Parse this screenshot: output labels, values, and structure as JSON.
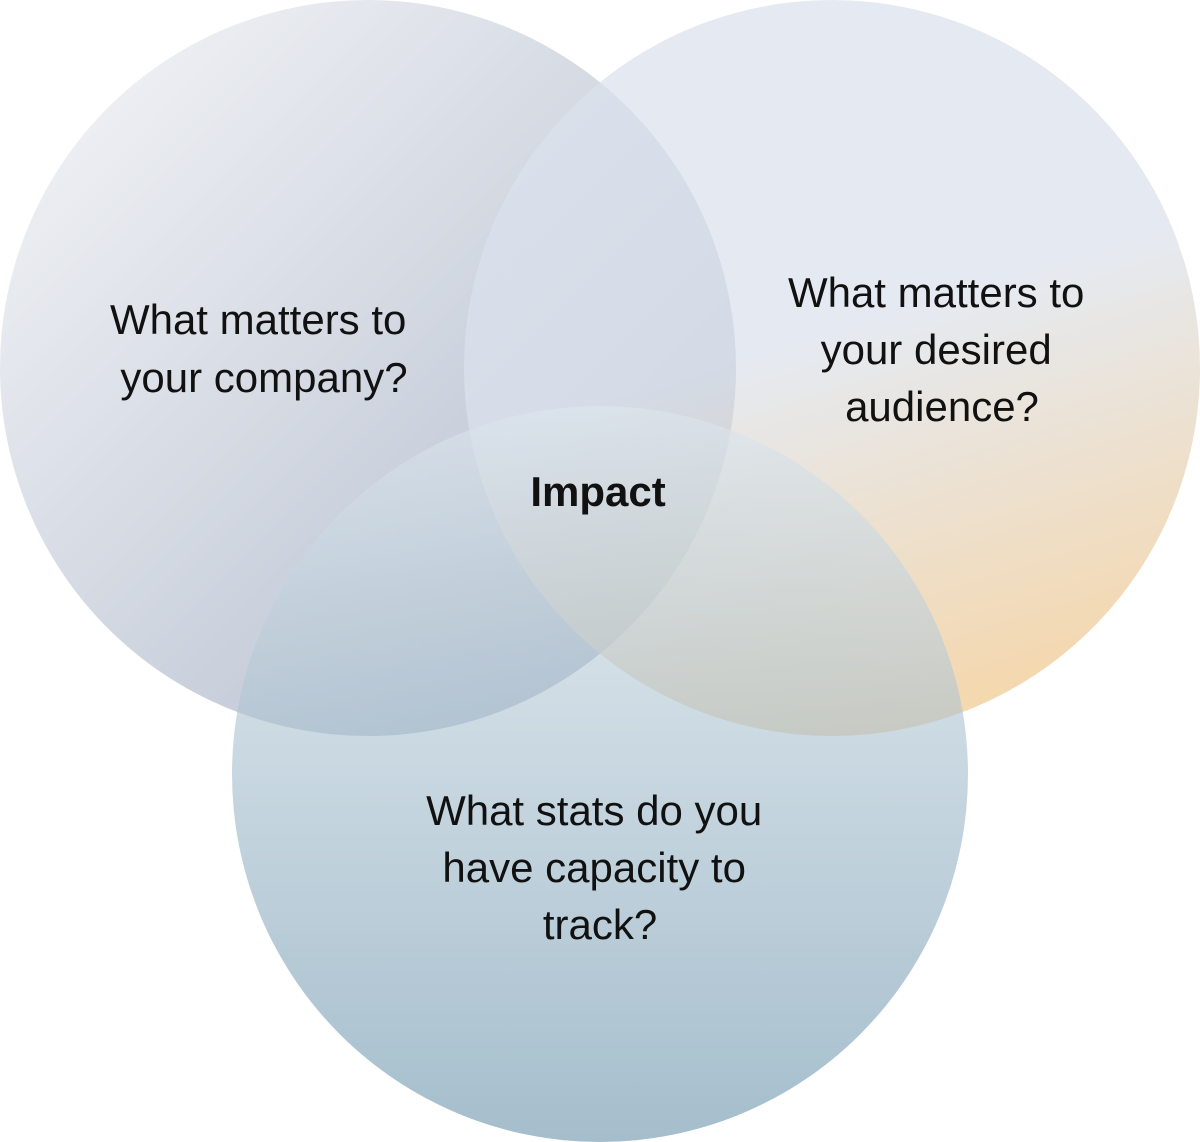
{
  "diagram": {
    "type": "venn",
    "circles": [
      {
        "id": "company",
        "label_lines": [
          "What matters to",
          "your company?"
        ],
        "gradient_from": "#f6f7f9",
        "gradient_to": "#a9b3c6"
      },
      {
        "id": "audience",
        "label_lines": [
          "What matters to",
          "your desired",
          "audience?"
        ],
        "gradient_from": "#dbe2ed",
        "gradient_to": "#f0c88e"
      },
      {
        "id": "stats",
        "label_lines": [
          "What stats do you",
          "have capacity to",
          "track?"
        ],
        "gradient_from": "#dde6ed",
        "gradient_to": "#6e96ad"
      }
    ],
    "center_label": "Impact"
  }
}
